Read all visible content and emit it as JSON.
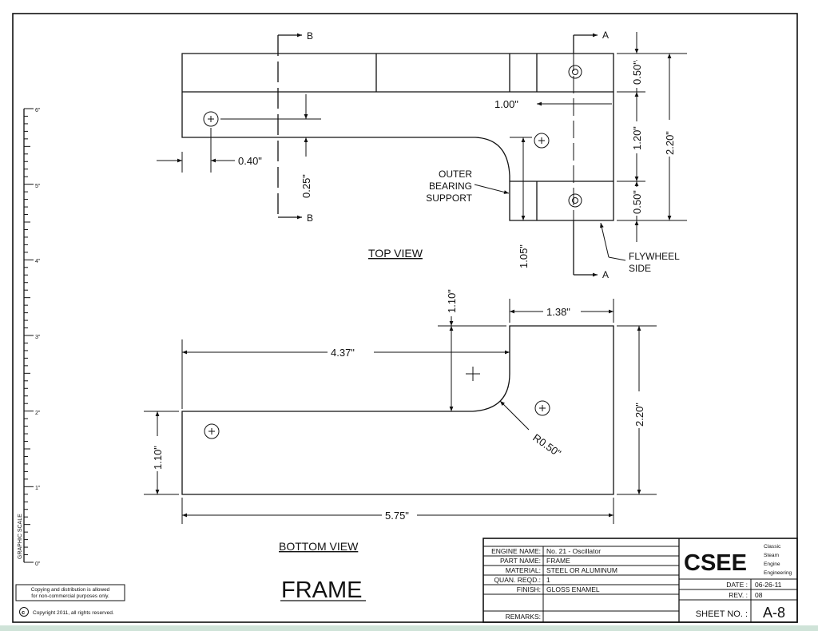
{
  "top_view": {
    "label": "TOP VIEW",
    "section_a": "A",
    "section_b": "B",
    "dims": {
      "top_flange": "0.50\"",
      "middle": "1.20\"",
      "bottom_flange": "0.50\"",
      "overall": "2.20\"",
      "arm_width": "1.00\"",
      "hole_offset": "0.40\"",
      "hole_depth": "0.25\"",
      "support_height": "1.05\""
    },
    "note_support": [
      "OUTER",
      "BEARING",
      "SUPPORT"
    ],
    "note_flywheel": [
      "FLYWHEEL",
      "SIDE"
    ]
  },
  "bottom_view": {
    "label": "BOTTOM VIEW",
    "dims": {
      "arm_length": "4.37\"",
      "step_height": "1.10\"",
      "head_width": "1.38\"",
      "overall_height": "2.20\"",
      "base_height": "1.10\"",
      "overall_length": "5.75\"",
      "radius": "R0.50\""
    }
  },
  "title": "FRAME",
  "scale": {
    "label": "GRAPHIC SCALE",
    "ticks": [
      "6\"",
      "5\"",
      "4\"",
      "3\"",
      "2\"",
      "1\"",
      "0\""
    ]
  },
  "notice": {
    "lines": [
      "Copying and distribution is allowed",
      "for non-commercial purposes only."
    ],
    "copyright": "Copyright 2011, all rights reserved."
  },
  "title_block": {
    "rows": [
      {
        "label": "ENGINE NAME:",
        "value": "No. 21 - Oscillator"
      },
      {
        "label": "PART NAME:",
        "value": "FRAME"
      },
      {
        "label": "MATERIAL:",
        "value": "STEEL OR ALUMINUM"
      },
      {
        "label": "QUAN. REQD.:",
        "value": "1"
      },
      {
        "label": "FINISH:",
        "value": "GLOSS ENAMEL"
      },
      {
        "label": "REMARKS:",
        "value": ""
      }
    ],
    "logo": "CSEE",
    "logo_words": [
      "Classic",
      "Steam",
      "Engine",
      "Engineering"
    ],
    "date_label": "DATE :",
    "date": "06-26-11",
    "rev_label": "REV. :",
    "rev": "08",
    "sheet_label": "SHEET NO. :",
    "sheet": "A-8"
  }
}
